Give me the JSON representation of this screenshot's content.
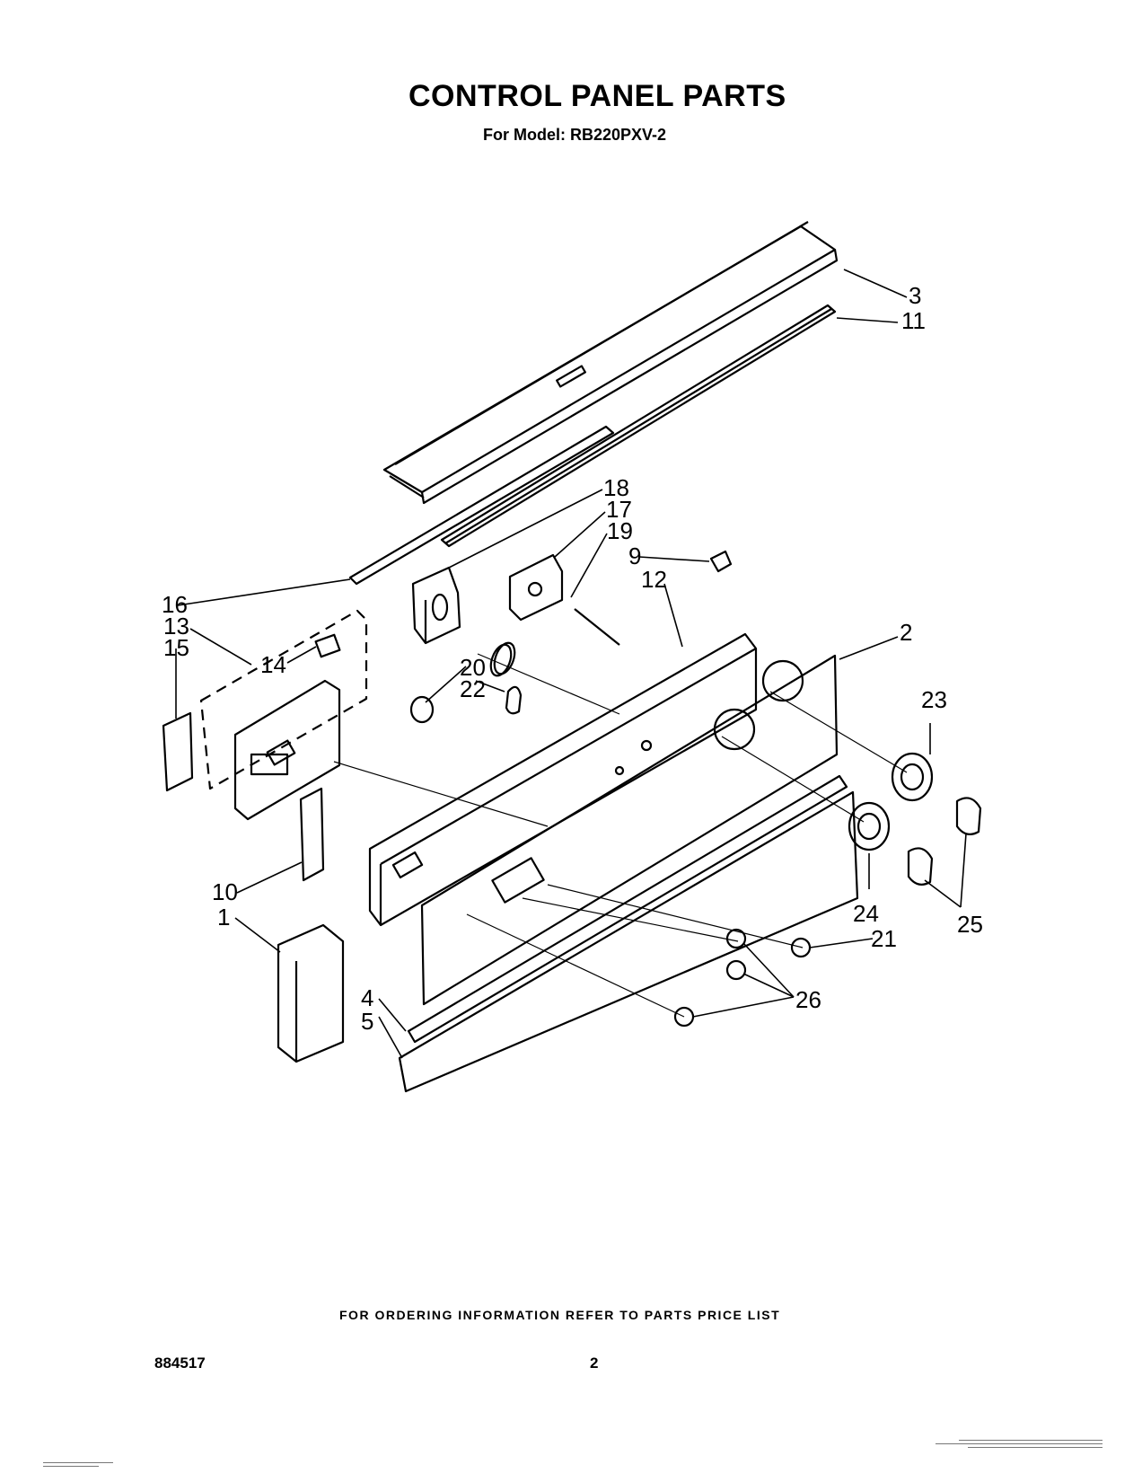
{
  "header": {
    "title": "CONTROL PANEL PARTS",
    "model_line": "For Model: RB220PXV-2"
  },
  "callouts": [
    "3",
    "11",
    "18",
    "17",
    "19",
    "9",
    "12",
    "16",
    "13",
    "15",
    "14",
    "2",
    "20",
    "22",
    "23",
    "10",
    "1",
    "24",
    "21",
    "25",
    "4",
    "5",
    "26"
  ],
  "footer": {
    "ordering_note": "FOR ORDERING INFORMATION REFER TO PARTS PRICE LIST",
    "doc_number": "884517",
    "page_number": "2"
  }
}
